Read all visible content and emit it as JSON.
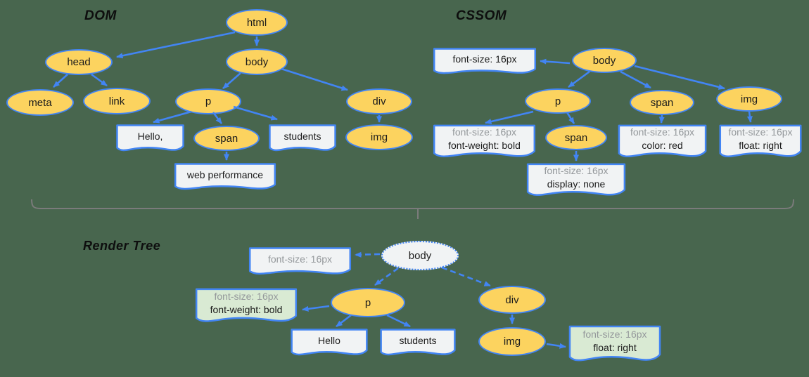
{
  "colors": {
    "background": "#48664e",
    "node_fill": "#fcd35f",
    "node_border": "#4285f4",
    "arrow": "#4285f4",
    "flag_white_fill": "#f1f3f4",
    "flag_green_fill": "#d9ead3",
    "render_body_fill": "#f1f3f4",
    "inherited_text_gray": "#94989b",
    "bracket_gray": "#7b7b7b"
  },
  "dom": {
    "title": "DOM",
    "nodes": {
      "html": "html",
      "head": "head",
      "body": "body",
      "meta": "meta",
      "link": "link",
      "p": "p",
      "div": "div",
      "span": "span",
      "img": "img"
    },
    "text_nodes": {
      "hello": "Hello,",
      "students": "students",
      "web_performance": "web performance"
    }
  },
  "cssom": {
    "title": "CSSOM",
    "nodes": {
      "body": "body",
      "p": "p",
      "span": "span",
      "span_child": "span",
      "img": "img"
    },
    "style_boxes": {
      "body": {
        "line1": "font-size: 16px"
      },
      "p": {
        "line1": "font-size: 16px",
        "line2": "font-weight: bold"
      },
      "span": {
        "line1": "font-size: 16px",
        "line2": "color: red"
      },
      "span_child": {
        "line1": "font-size: 16px",
        "line2": "display: none"
      },
      "img": {
        "line1": "font-size: 16px",
        "line2": "float: right"
      }
    }
  },
  "render": {
    "title": "Render Tree",
    "nodes": {
      "body": "body",
      "p": "p",
      "div": "div",
      "img": "img"
    },
    "text_nodes": {
      "hello": "Hello",
      "students": "students"
    },
    "style_boxes": {
      "body": {
        "line1": "font-size: 16px"
      },
      "p": {
        "line1": "font-size: 16px",
        "line2": "font-weight: bold"
      },
      "img": {
        "line1": "font-size: 16px",
        "line2": "float: right"
      }
    }
  }
}
